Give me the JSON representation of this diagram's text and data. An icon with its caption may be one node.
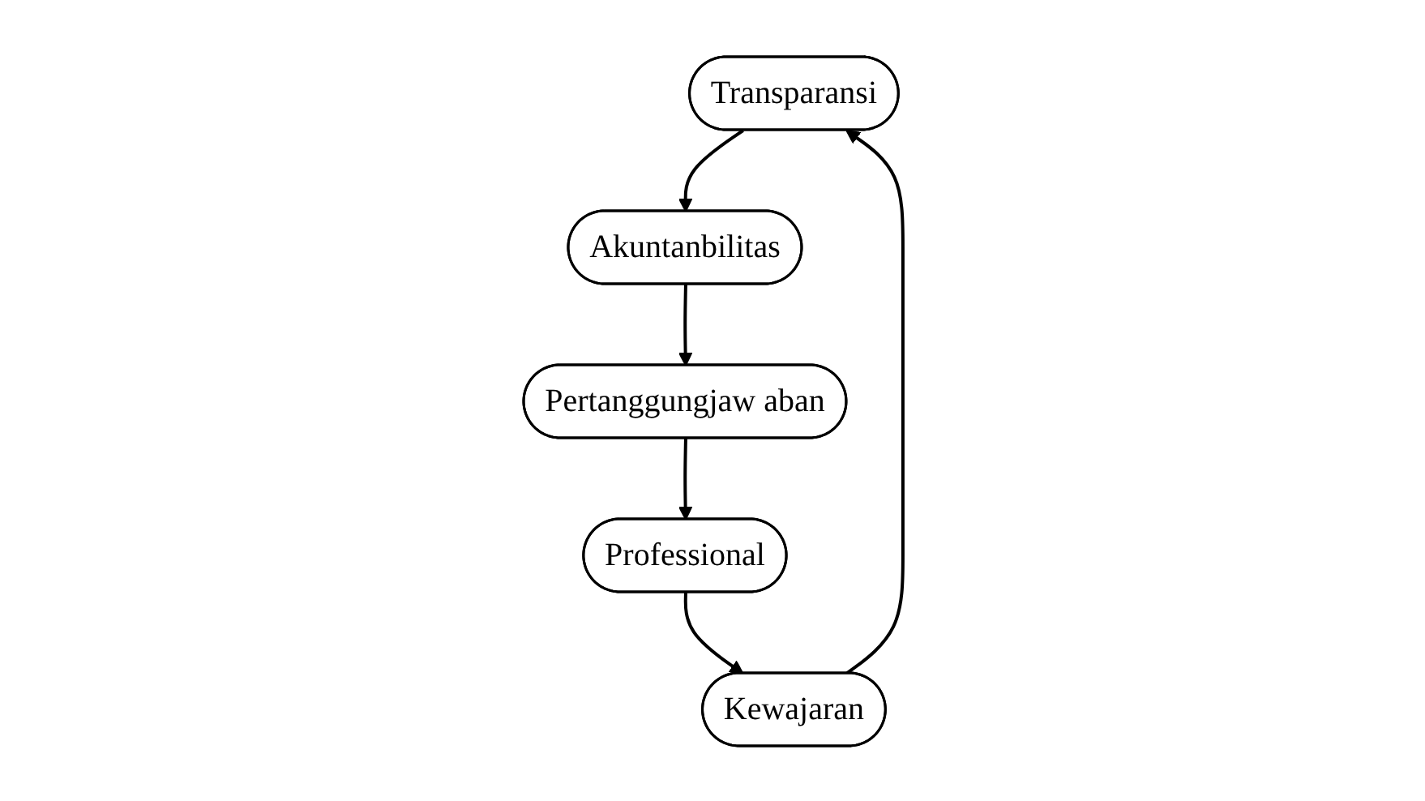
{
  "diagram": {
    "nodes": [
      {
        "text": [
          "Transparansi"
        ]
      },
      {
        "text": [
          "Kewajaran"
        ]
      },
      {
        "text": [
          "Akuntanbilitas"
        ]
      },
      {
        "text": [
          "Professional"
        ]
      },
      {
        "text": [
          "Pertanggungjaw aban"
        ]
      }
    ],
    "edges": [
      {
        "from": 0,
        "to": 2,
        "arrow": "to"
      },
      {
        "from": 2,
        "to": 4,
        "arrow": "to"
      },
      {
        "from": 4,
        "to": 3,
        "arrow": "to"
      },
      {
        "from": 3,
        "to": 1,
        "arrow": "to"
      },
      {
        "from": 1,
        "to": 0,
        "arrow": "to"
      }
    ]
  }
}
